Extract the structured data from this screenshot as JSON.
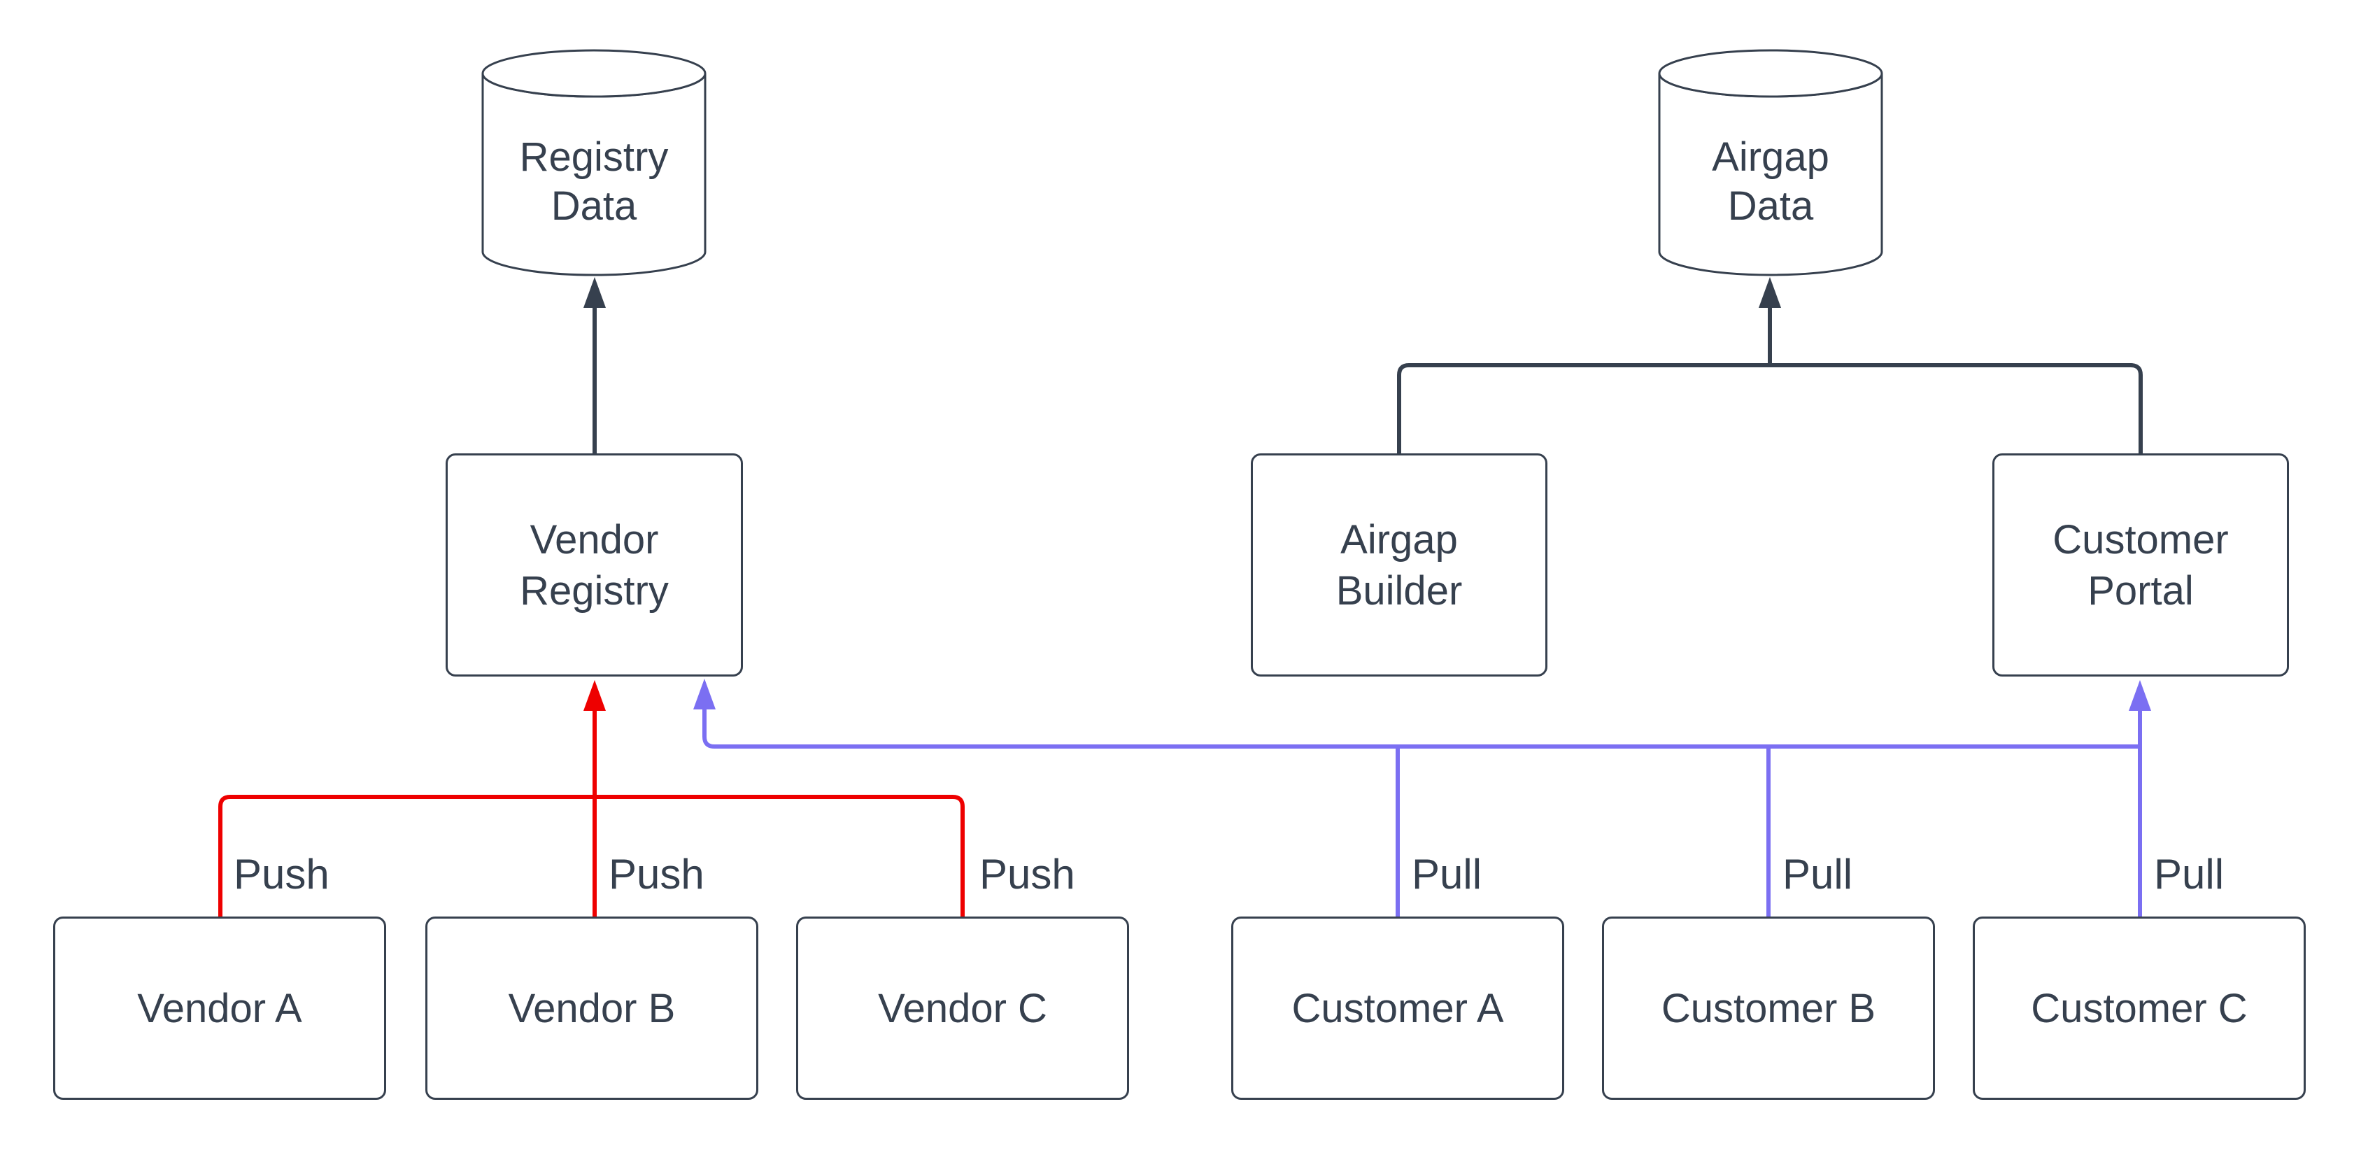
{
  "diagram": {
    "type": "flowchart",
    "background": "#ffffff",
    "colors": {
      "node_border": "#36404e",
      "node_text": "#36404e",
      "flow_edge": "#36404e",
      "push_edge": "#ee0000",
      "pull_edge": "#7b6ff2"
    },
    "nodes": {
      "registry_data": {
        "shape": "cylinder",
        "lines": [
          "Registry",
          "Data"
        ]
      },
      "airgap_data": {
        "shape": "cylinder",
        "lines": [
          "Airgap",
          "Data"
        ]
      },
      "vendor_registry": {
        "shape": "rect",
        "lines": [
          "Vendor",
          "Registry"
        ]
      },
      "airgap_builder": {
        "shape": "rect",
        "lines": [
          "Airgap",
          "Builder"
        ]
      },
      "customer_portal": {
        "shape": "rect",
        "lines": [
          "Customer",
          "Portal"
        ]
      },
      "vendor_a": {
        "shape": "rect",
        "label": "Vendor A"
      },
      "vendor_b": {
        "shape": "rect",
        "label": "Vendor B"
      },
      "vendor_c": {
        "shape": "rect",
        "label": "Vendor C"
      },
      "customer_a": {
        "shape": "rect",
        "label": "Customer A"
      },
      "customer_b": {
        "shape": "rect",
        "label": "Customer B"
      },
      "customer_c": {
        "shape": "rect",
        "label": "Customer C"
      }
    },
    "edge_labels": {
      "push_a": "Push",
      "push_b": "Push",
      "push_c": "Push",
      "pull_a": "Pull",
      "pull_b": "Pull",
      "pull_c": "Pull"
    },
    "edges": [
      {
        "from": "vendor_a",
        "to": "vendor_registry",
        "label": "Push",
        "color": "#ee0000"
      },
      {
        "from": "vendor_b",
        "to": "vendor_registry",
        "label": "Push",
        "color": "#ee0000"
      },
      {
        "from": "vendor_c",
        "to": "vendor_registry",
        "label": "Push",
        "color": "#ee0000"
      },
      {
        "from": "customer_a",
        "to": "vendor_registry",
        "label": "Pull",
        "color": "#7b6ff2"
      },
      {
        "from": "customer_b",
        "to": "vendor_registry",
        "label": "Pull",
        "color": "#7b6ff2"
      },
      {
        "from": "customer_c",
        "to": "customer_portal",
        "label": "Pull",
        "color": "#7b6ff2"
      },
      {
        "from": "vendor_registry",
        "to": "registry_data",
        "color": "#36404e"
      },
      {
        "from": "airgap_builder",
        "to": "airgap_data",
        "color": "#36404e"
      },
      {
        "from": "customer_portal",
        "to": "airgap_data",
        "color": "#36404e"
      }
    ]
  }
}
